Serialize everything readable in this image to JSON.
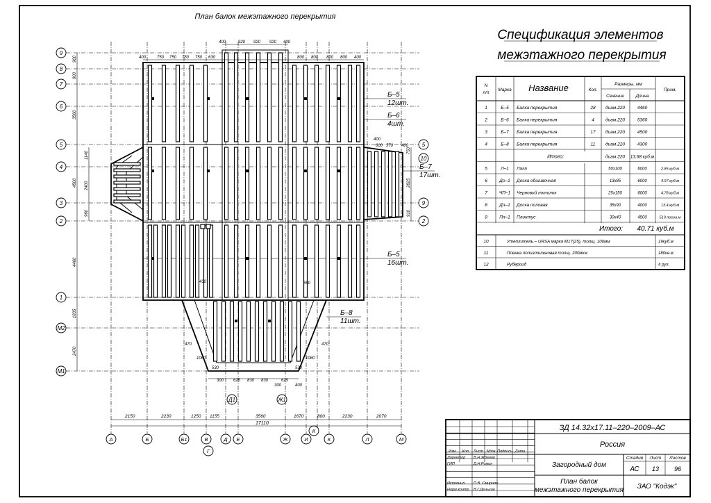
{
  "drawing": {
    "title": "План балок межэтажного перекрытия",
    "top_dims": [
      "400",
      "920",
      "920",
      "920",
      "400",
      "400",
      "750",
      "750",
      "750",
      "750",
      "630",
      "800",
      "800",
      "800",
      "800",
      "400"
    ],
    "right_dims": [
      "400",
      "600",
      "570",
      "400"
    ],
    "left_dims": [
      "900",
      "900",
      "3560",
      "1140",
      "4500",
      "2400",
      "960",
      "4460",
      "1835",
      "2470"
    ],
    "right_side_dims": [
      "750",
      "2825",
      "910"
    ],
    "bottom_dims_upper": [
      "1060",
      "1080",
      "530",
      "530",
      "300",
      "625",
      "830",
      "830",
      "625",
      "300",
      "400"
    ],
    "chain_dims": [
      "2150",
      "2230",
      "1250",
      "1155",
      "3560",
      "1670",
      "800",
      "2230",
      "2070"
    ],
    "overall_dim": "17110",
    "misc_dims": [
      "470",
      "470",
      "430",
      "850"
    ],
    "beam_tags": [
      {
        "mark": "Б–5",
        "qty": "12шт."
      },
      {
        "mark": "Б–6",
        "qty": "4шт."
      },
      {
        "mark": "Б–7",
        "qty": "17шт."
      },
      {
        "mark": "Б–5",
        "qty": "16шт."
      },
      {
        "mark": "Б–8",
        "qty": "11шт."
      }
    ],
    "section_marks": [
      "Д1",
      "Ж1"
    ],
    "row_axes": [
      "9",
      "8",
      "7",
      "6",
      "5",
      "4",
      "3",
      "2",
      "1",
      "M2",
      "M1"
    ],
    "right_axes": [
      "5",
      "10",
      "9",
      "2"
    ],
    "col_axes": [
      "А",
      "Б",
      "Б1",
      "В",
      "Г",
      "Д",
      "Е",
      "Ж",
      "И",
      "К",
      "К",
      "Л",
      "М"
    ]
  },
  "spec": {
    "title_line1": "Спецификация элементов",
    "title_line2": "межэтажного перекрытия",
    "headers": {
      "n": "N п/п",
      "mark": "Марка",
      "name": "Название",
      "qty": "Кол.",
      "size": "Размеры, мм",
      "section": "Сечение",
      "length": "Длина",
      "note": "Прим."
    },
    "rows": [
      {
        "n": "1",
        "mark": "Б–5",
        "name": "Балка перекрытия",
        "qty": "28",
        "section": "диам.220",
        "length": "4460",
        "note": ""
      },
      {
        "n": "2",
        "mark": "Б–6",
        "name": "Балка перекрытия",
        "qty": "4",
        "section": "диам.220",
        "length": "5360",
        "note": ""
      },
      {
        "n": "3",
        "mark": "Б–7",
        "name": "Балка перекрытия",
        "qty": "17",
        "section": "диам.220",
        "length": "4500",
        "note": ""
      },
      {
        "n": "4",
        "mark": "Б–8",
        "name": "Балка перекрытия",
        "qty": "11",
        "section": "диам.220",
        "length": "4300",
        "note": ""
      }
    ],
    "subtotal_label": "Итого:",
    "subtotal_section": "диам.220",
    "subtotal_value": "13.68 куб.м",
    "rows2": [
      {
        "n": "5",
        "mark": "Л–1",
        "name": "Лага",
        "section": "50х100",
        "length": "6000",
        "note": "2.85 куб.м"
      },
      {
        "n": "6",
        "mark": "Дo–1",
        "name": "Доска обшивочная",
        "section": "13х85",
        "length": "6000",
        "note": "4.97 куб.м"
      },
      {
        "n": "7",
        "mark": "ЧП–1",
        "name": "Черновой потолок",
        "section": "25х150",
        "length": "6000",
        "note": "4.78 куб.м"
      },
      {
        "n": "8",
        "mark": "Дп–1",
        "name": "Доска половая",
        "section": "35х90",
        "length": "4000",
        "note": "13.4 куб.м"
      },
      {
        "n": "9",
        "mark": "Пл–1",
        "name": "Плинтус",
        "section": "30х40",
        "length": "4500",
        "note": "510 погон.м"
      }
    ],
    "total_label": "Итого:",
    "total_value": "40.71 куб.м",
    "rows3": [
      {
        "n": "10",
        "name": "Утеплитель – URSA марка М17(25), толщ. 100мм",
        "note": "19куб.м"
      },
      {
        "n": "11",
        "name": "Пленка полиэтиленовая толщ. 200мкм",
        "note": "180кв.м"
      },
      {
        "n": "12",
        "name": "Рубероид",
        "note": "4 рул."
      }
    ]
  },
  "stamp": {
    "code": "ЗД 14.32х17.11–220–2009–АС",
    "country": "Россия",
    "project": "Загородный дом",
    "sheet_title_1": "План балок",
    "sheet_title_2": "межэтажного перекрытия",
    "company": "ЗАО \"Кодэк\"",
    "hdr_stage": "Стадия",
    "hdr_sheet": "Лист",
    "hdr_sheets": "Листов",
    "stage": "АС",
    "sheet": "13",
    "sheets": "96",
    "col_headers": [
      "Изм.",
      "Кол.",
      "Лист",
      "Nдок",
      "Подпись",
      "Дата"
    ],
    "people": [
      {
        "role": "Директор",
        "name": "В.Н.Жданов"
      },
      {
        "role": "ГИП",
        "name": "Д.Н.Рожин"
      },
      {
        "role": "Исполнил",
        "name": "П.В. Смирнов"
      },
      {
        "role": "Норм.контр.",
        "name": "В.Г.Деньгин"
      }
    ]
  }
}
